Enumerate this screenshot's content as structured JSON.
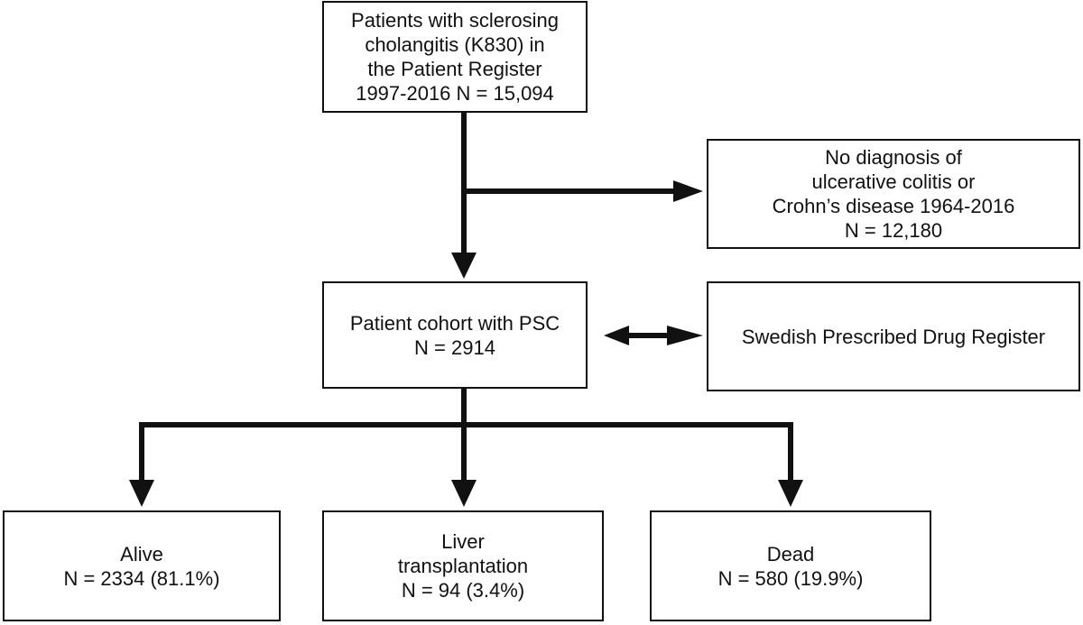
{
  "boxes": {
    "source": {
      "lines": [
        "Patients with sclerosing",
        "cholangitis (K830) in",
        "the Patient Register",
        "1997-2016 N = 15,094"
      ]
    },
    "excluded": {
      "lines": [
        "No diagnosis of",
        "ulcerative colitis or",
        "Crohn’s disease 1964-2016",
        "N = 12,180"
      ]
    },
    "cohort": {
      "lines": [
        "Patient cohort with PSC",
        "N = 2914"
      ]
    },
    "drug_register": {
      "lines": [
        "Swedish Prescribed Drug Register"
      ]
    },
    "alive": {
      "lines": [
        "Alive",
        "N = 2334 (81.1%)"
      ]
    },
    "liver_transplantation": {
      "lines": [
        "Liver",
        "transplantation",
        "N = 94 (3.4%)"
      ]
    },
    "dead": {
      "lines": [
        "Dead",
        "N = 580 (19.9%)"
      ]
    }
  },
  "colors": {
    "stroke": "#111111",
    "background": "#ffffff"
  }
}
